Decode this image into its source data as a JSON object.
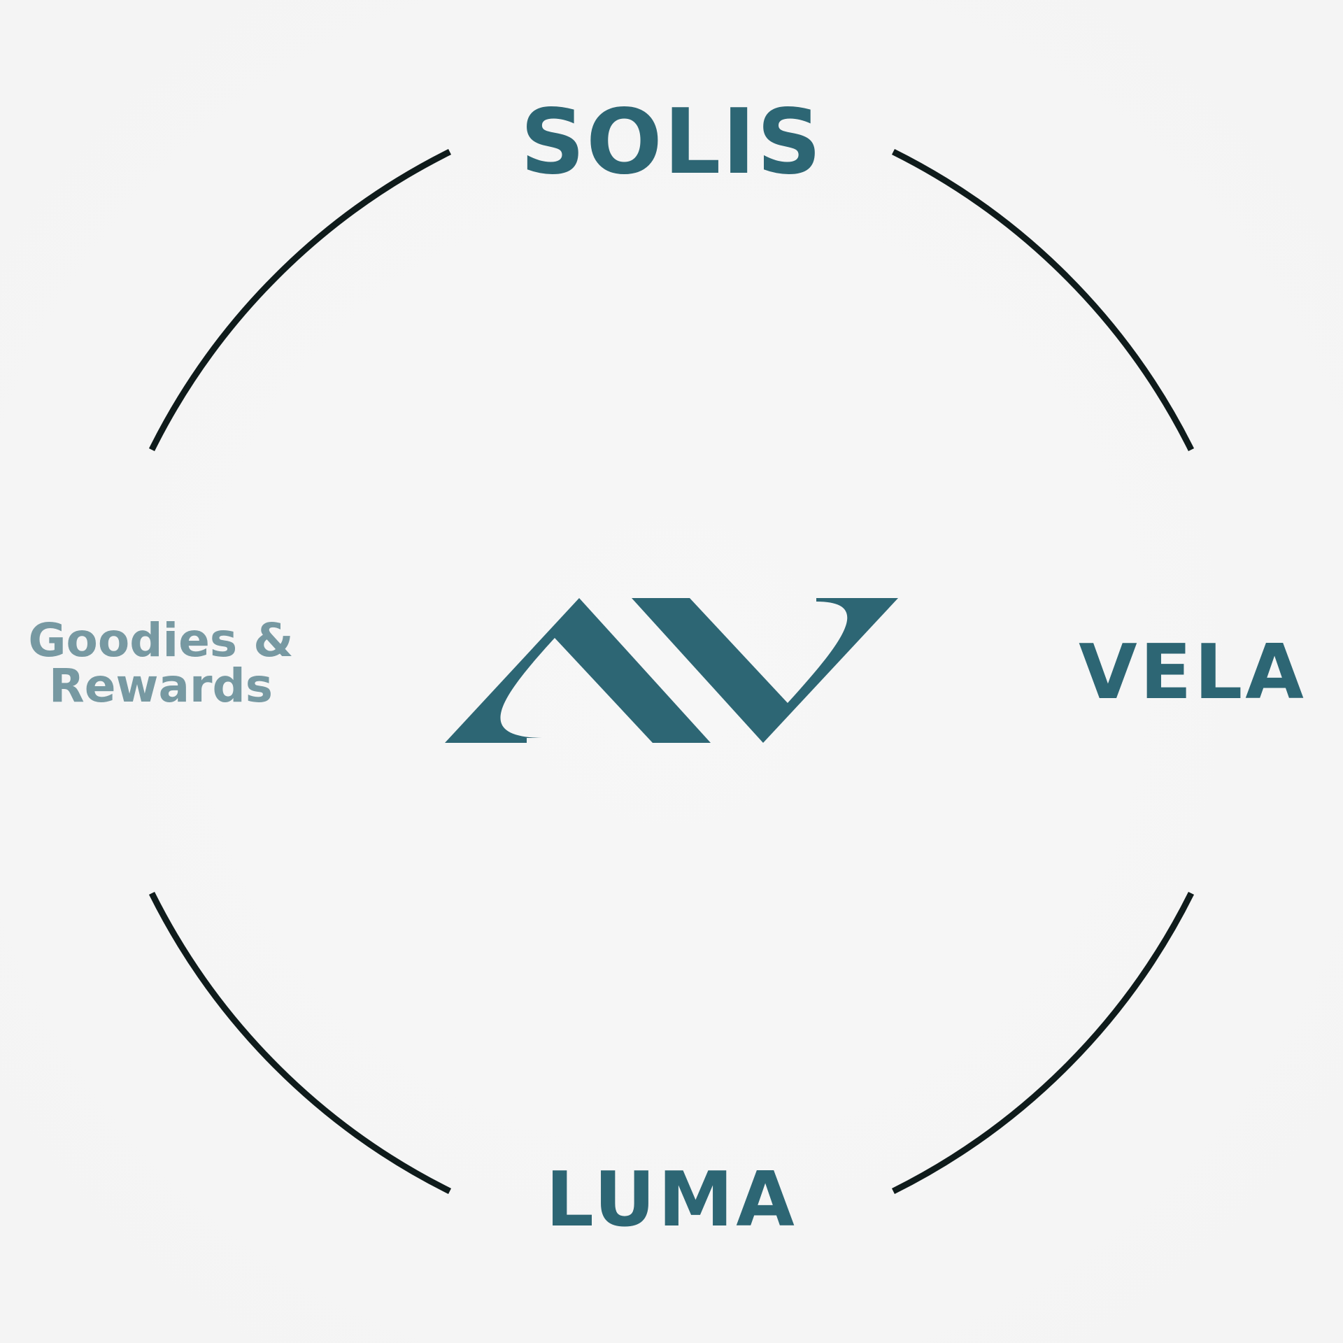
{
  "menu": {
    "top_label": "SOLIS",
    "right_label": "VELA",
    "bottom_label": "LUMA",
    "left_label_line1": "Goodies &",
    "left_label_line2": "Rewards"
  },
  "logo": {
    "icon": "av-monogram-logo-icon"
  },
  "colors": {
    "background": "#f5f5f5",
    "accent": "#2d6674",
    "muted_label": "#7799a2",
    "ring": "#0f1b1b"
  }
}
